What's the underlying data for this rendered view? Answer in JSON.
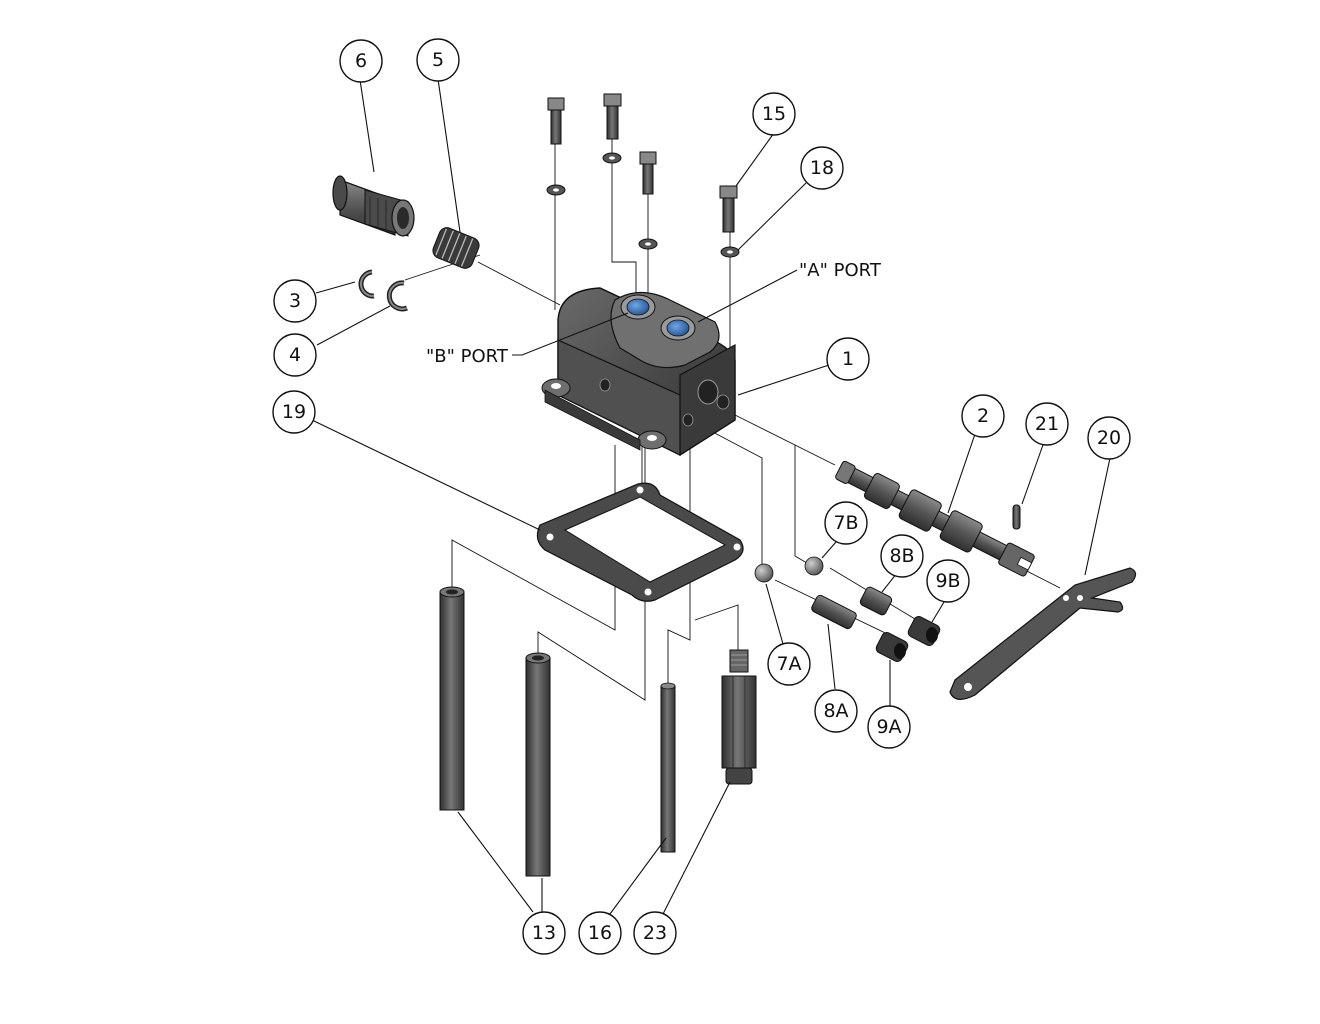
{
  "diagram": {
    "balloons": {
      "b1": "1",
      "b2": "2",
      "b3": "3",
      "b4": "4",
      "b5": "5",
      "b6": "6",
      "b7a": "7A",
      "b7b": "7B",
      "b8a": "8A",
      "b8b": "8B",
      "b9a": "9A",
      "b9b": "9B",
      "b13": "13",
      "b15": "15",
      "b16": "16",
      "b18": "18",
      "b19": "19",
      "b20": "20",
      "b21": "21",
      "b23": "23"
    },
    "labels": {
      "a_port": "\"A\" PORT",
      "b_port": "\"B\" PORT"
    },
    "colors": {
      "metal_dark": "#3a3a3a",
      "metal_mid": "#5a5a5a",
      "metal_light": "#8a8a8a",
      "port_blue": "#2f6fb5",
      "line": "#111111"
    }
  }
}
